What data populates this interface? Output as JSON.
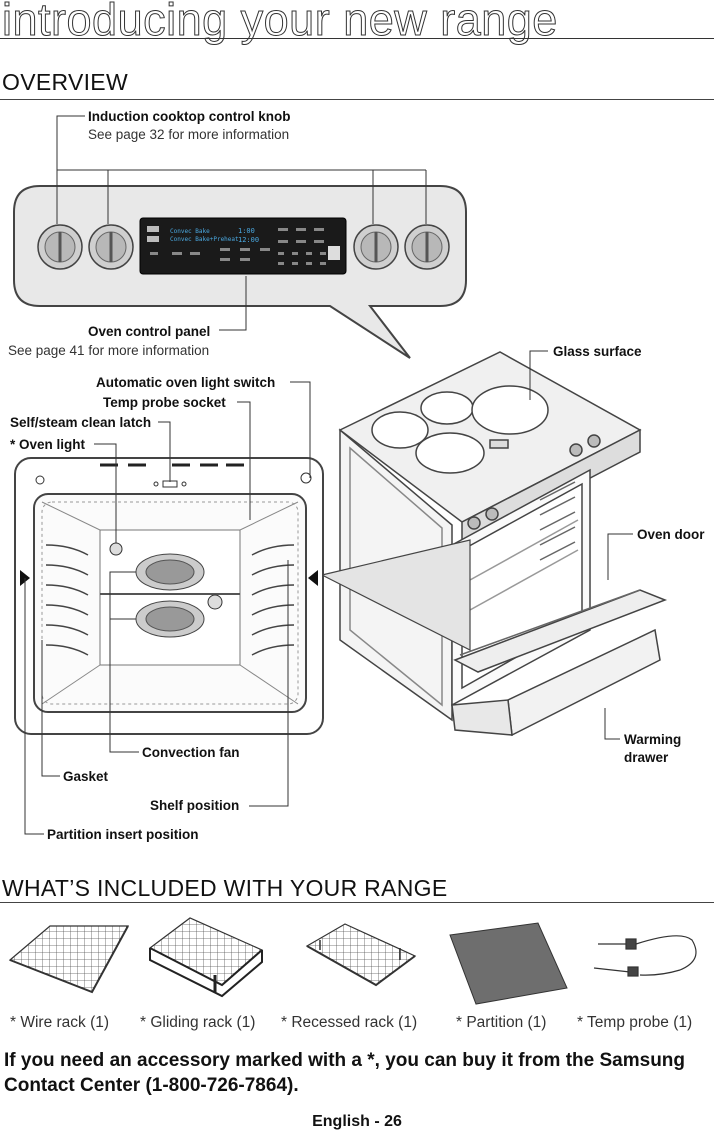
{
  "page": {
    "title": "introducing your new range",
    "footer": "English - 26"
  },
  "overview": {
    "heading": "OVERVIEW",
    "labels": {
      "knob": "Induction cooktop control knob",
      "knob_sub": "See page 32 for more information",
      "panel": "Oven control panel",
      "panel_sub": "See page 41 for more information",
      "glass": "Glass surface",
      "light_switch": "Automatic oven light switch",
      "probe_socket": "Temp probe socket",
      "latch": "Self/steam clean latch",
      "oven_light": "* Oven light",
      "oven_door": "Oven door",
      "warming_1": "Warming",
      "warming_2": "drawer",
      "fan": "Convection fan",
      "gasket": "Gasket",
      "shelf": "Shelf position",
      "partition": "Partition insert position"
    },
    "display": {
      "line1": "Convec Bake",
      "line2": "Convec Bake+Preheat",
      "time1": "1:00",
      "time2": "12:00"
    }
  },
  "included": {
    "heading": "WHAT’S INCLUDED WITH YOUR RANGE",
    "items": [
      {
        "label": "* Wire rack (1)"
      },
      {
        "label": "* Gliding rack (1)"
      },
      {
        "label": "* Recessed rack (1)"
      },
      {
        "label": "* Partition (1)"
      },
      {
        "label": "* Temp probe (1)"
      }
    ],
    "note": "If you need an accessory marked with a *, you can buy it from the Samsung Contact Center (1-800-726-7864)."
  },
  "colors": {
    "line": "#333333",
    "panel_fill": "#e9e9e9",
    "display": "#1a1a1a",
    "display_text": "#4aa8e0",
    "partition_fill": "#6e6e6e"
  }
}
